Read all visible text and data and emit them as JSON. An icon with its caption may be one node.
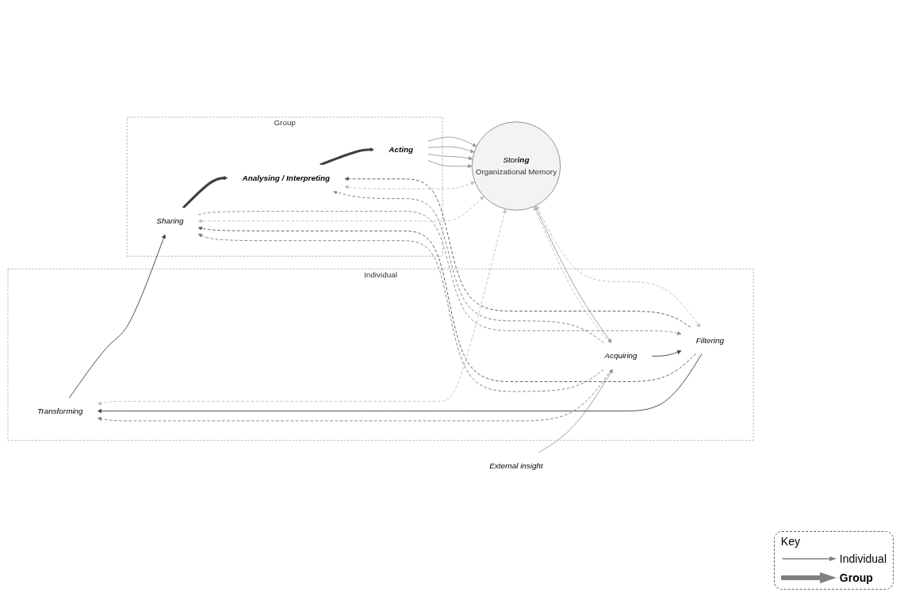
{
  "diagram": {
    "nodes": [
      {
        "text": [
          "Individual"
        ]
      },
      {
        "text": [
          "Group"
        ]
      },
      {
        "text": [
          "Transforming"
        ],
        "in": 0
      },
      {
        "text": [
          "Sharing"
        ],
        "in": 1
      },
      {
        "text": [
          "Filtering"
        ],
        "in": 0
      },
      {
        "text": [
          "Stor**ing**",
          "Organizational Memory"
        ]
      },
      {
        "text": [
          "Analysing / Interpreting"
        ],
        "in": 1
      },
      {
        "text": [
          "External insight"
        ]
      },
      {
        "text": [
          "Acquiring"
        ],
        "in": 0
      },
      {
        "text": [
          "Acting"
        ],
        "in": 1
      }
    ],
    "edges": [
      {
        "from": 7,
        "to": 8,
        "arrow": "to",
        "color": "#999999"
      },
      {
        "from": 8,
        "to": 4,
        "arrow": "to",
        "color": "#404040"
      },
      {
        "from": 4,
        "to": 2,
        "arrow": "to",
        "color": "#404040"
      },
      {
        "from": 2,
        "to": 3,
        "arrow": "to",
        "color": "#404040"
      },
      {
        "from": 3,
        "to": 6,
        "arrow": "to",
        "style": "thick",
        "color": "#404040"
      },
      {
        "from": 6,
        "to": 9,
        "arrow": "to",
        "style": "thick",
        "color": "#404040"
      },
      {
        "from": 3,
        "to": 4,
        "arrow": "to",
        "style": "dashed",
        "color": "#8c8c8c"
      },
      {
        "from": 8,
        "to": 2,
        "arrow": "to",
        "style": "dashed",
        "color": "#808080"
      },
      {
        "from": 8,
        "to": 3,
        "arrow": "to",
        "style": "dashed",
        "color": "#808080"
      },
      {
        "from": 8,
        "to": 6,
        "arrow": "to",
        "style": "dashed",
        "color": "#808080"
      },
      {
        "from": 4,
        "to": 3,
        "arrow": "to",
        "style": "dashed",
        "color": "#595959"
      },
      {
        "from": 4,
        "to": 6,
        "arrow": "to",
        "style": "dashed",
        "color": "#595959"
      },
      {
        "from": 5,
        "to": 2,
        "arrow": "both",
        "style": "dashed",
        "color": "#bfbfbf"
      },
      {
        "from": 5,
        "to": 3,
        "arrow": "both",
        "style": "dashed",
        "color": "#bfbfbf"
      },
      {
        "from": 5,
        "to": 4,
        "arrow": "both",
        "style": "dashed",
        "color": "#bfbfbf"
      },
      {
        "from": 5,
        "to": 6,
        "arrow": "both",
        "style": "dashed",
        "color": "#bfbfbf"
      },
      {
        "from": 8,
        "to": 5,
        "arrow": "to",
        "style": "dashed",
        "color": "#bfbfbf"
      },
      {
        "from": 5,
        "to": 8,
        "arrow": "to",
        "color": "#999999"
      },
      {
        "from": 9,
        "to": 5,
        "arrow": "to",
        "color": "#999999"
      },
      {
        "from": 9,
        "to": 5,
        "arrow": "to",
        "color": "#999999"
      },
      {
        "from": 9,
        "to": 5,
        "arrow": "to",
        "color": "#999999"
      },
      {
        "from": 9,
        "to": 5,
        "arrow": "to",
        "color": "#999999"
      }
    ],
    "labels": [
      "Key"
    ],
    "legend": [
      {
        "text": "Individual"
      },
      {
        "text": "Group"
      }
    ]
  }
}
